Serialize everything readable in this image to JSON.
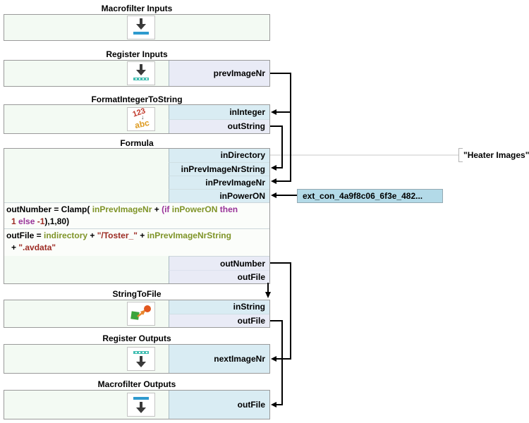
{
  "colors": {
    "block_bg": "#f3faf3",
    "input_port_bg": "#d9ecf3",
    "output_port_bg": "#e9ebf6",
    "selected_connector_bg": "#b3dae8",
    "connection_line": "#000000",
    "constant_line": "#c8c8c8",
    "formula_variable": "#7f9428",
    "formula_keyword": "#993399",
    "formula_literal": "#9c2b23"
  },
  "blocks": [
    {
      "title": "Macrofilter Inputs"
    },
    {
      "title": "Register Inputs",
      "output_port": {
        "label": "prevImageNr"
      }
    },
    {
      "title": "FormatIntegerToString",
      "input_port": {
        "label": "inInteger"
      },
      "output_port": {
        "label": "outString"
      }
    },
    {
      "title": "Formula",
      "input_ports": [
        {
          "label": "inDirectory"
        },
        {
          "label": "inPrevImageNrString"
        },
        {
          "label": "inPrevImageNr"
        },
        {
          "label": "inPowerON"
        }
      ],
      "formula_rows": [
        {
          "lines": [
            [
              {
                "t": "outNumber = Clamp( ",
                "c": "plain"
              },
              {
                "t": "inPrevImageNr",
                "c": "var"
              },
              {
                "t": " + ",
                "c": "plain"
              },
              {
                "t": "(if ",
                "c": "kw"
              },
              {
                "t": "inPowerON",
                "c": "var"
              },
              {
                "t": " then",
                "c": "kw"
              }
            ],
            [
              {
                "t": "1",
                "c": "num"
              },
              {
                "t": " ",
                "c": "plain"
              },
              {
                "t": "else",
                "c": "kw"
              },
              {
                "t": " ",
                "c": "plain"
              },
              {
                "t": "-1",
                "c": "num"
              },
              {
                "t": "),1,80)",
                "c": "plain"
              }
            ]
          ]
        },
        {
          "lines": [
            [
              {
                "t": "outFile = ",
                "c": "plain"
              },
              {
                "t": "indirectory",
                "c": "var"
              },
              {
                "t": " + ",
                "c": "plain"
              },
              {
                "t": "\"/Toster_\"",
                "c": "str"
              },
              {
                "t": " + ",
                "c": "plain"
              },
              {
                "t": "inPrevImageNrString",
                "c": "var"
              }
            ],
            [
              {
                "t": "+ ",
                "c": "plain"
              },
              {
                "t": "\".avdata\"",
                "c": "str"
              }
            ]
          ]
        }
      ],
      "output_ports": [
        {
          "label": "outNumber"
        },
        {
          "label": "outFile"
        }
      ]
    },
    {
      "title": "StringToFile",
      "input_port": {
        "label": "inString"
      },
      "output_port": {
        "label": "outFile"
      }
    },
    {
      "title": "Register Outputs",
      "input_port": {
        "label": "nextImageNr"
      }
    },
    {
      "title": "Macrofilter Outputs",
      "input_port": {
        "label": "outFile"
      }
    }
  ],
  "constants": {
    "directory_value": "\"Heater Images\""
  },
  "external_connector": {
    "label": "ext_con_4a9f8c06_6f3e_482..."
  }
}
